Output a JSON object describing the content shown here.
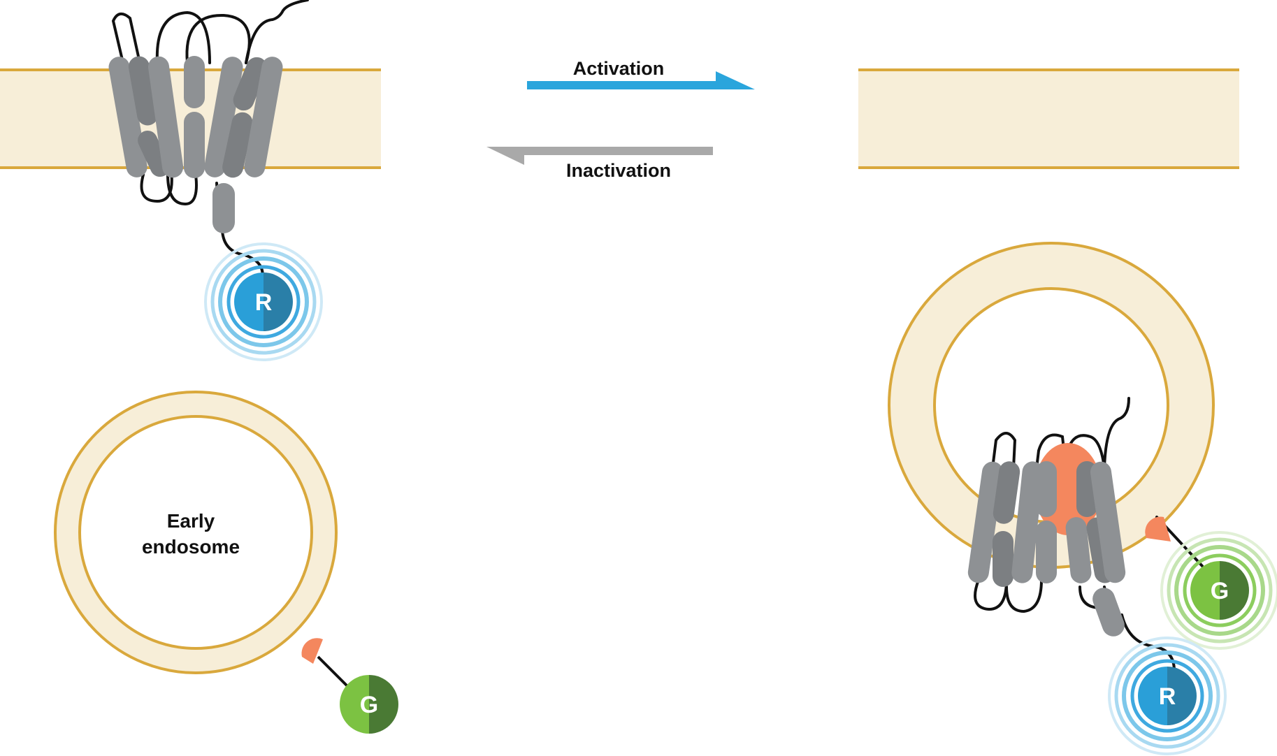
{
  "labels": {
    "activation": "Activation",
    "inactivation": "Inactivation",
    "endosome_line1": "Early",
    "endosome_line2": "endosome"
  },
  "badges": {
    "receptor_letter": "R",
    "gprotein_letter": "G"
  },
  "icons": {
    "activation_arrow": "arrow-right-icon",
    "inactivation_arrow": "arrow-left-icon",
    "receptor_badge": "receptor-circle-icon",
    "gprotein_badge": "gprotein-circle-icon"
  },
  "colors": {
    "membrane_fill": "#f7eed8",
    "membrane_border": "#d9a83c",
    "helix": "#8e9194",
    "helix_dark": "#727578",
    "receptor_blue": "#2a9fd8",
    "receptor_blue_dark": "#2a7fa8",
    "receptor_glow": "#7cc7ea",
    "gprotein_green": "#7cc242",
    "gprotein_green_dark": "#4a7a34",
    "gprotein_glow": "#a8d88a",
    "anchor_orange": "#f4875e",
    "activation_arrow": "#2aa5dc",
    "inactivation_arrow": "#a9a9a9"
  }
}
